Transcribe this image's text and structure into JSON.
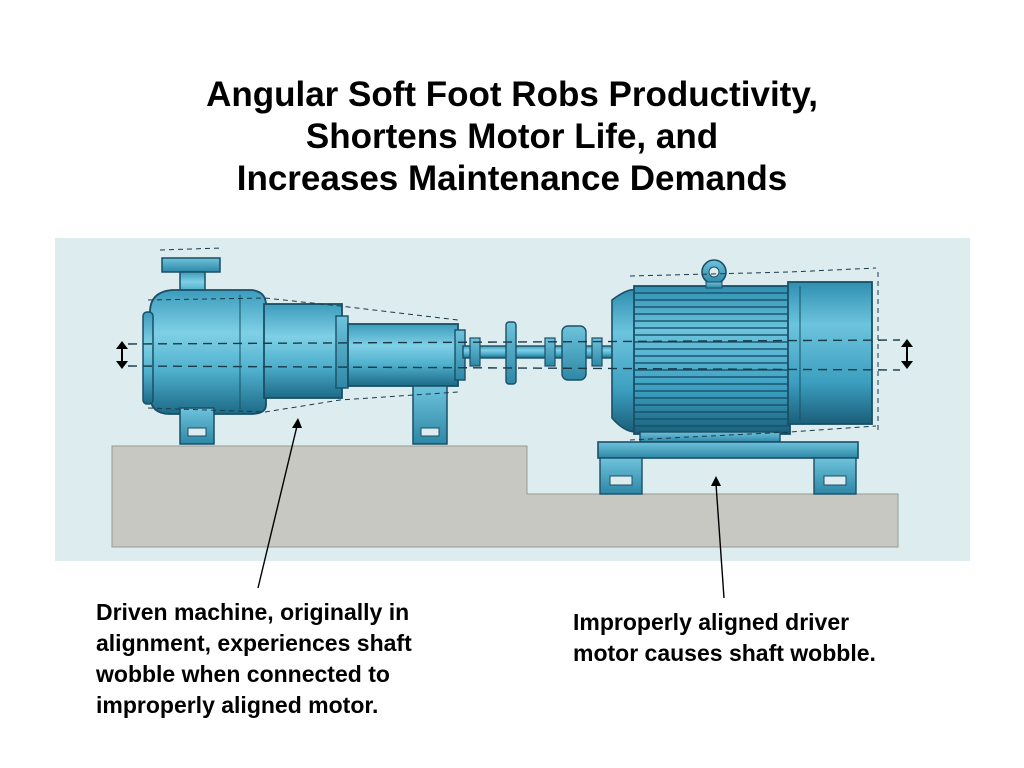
{
  "title": {
    "line1": "Angular Soft Foot Robs Productivity,",
    "line2": "Shortens Motor Life, and",
    "line3": "Increases Maintenance Demands"
  },
  "captions": {
    "left": [
      "Driven machine, originally in",
      "alignment, experiences shaft",
      "wobble when connected to",
      "improperly aligned motor."
    ],
    "right": [
      "Improperly aligned driver",
      "motor causes shaft wobble."
    ]
  },
  "colors": {
    "panel_bg": "#dcecef",
    "machine_blue": "#4aa8c6",
    "machine_dark": "#1f6f88",
    "base_gray": "#c8c8c2",
    "dashed_line": "#1a3a48"
  }
}
